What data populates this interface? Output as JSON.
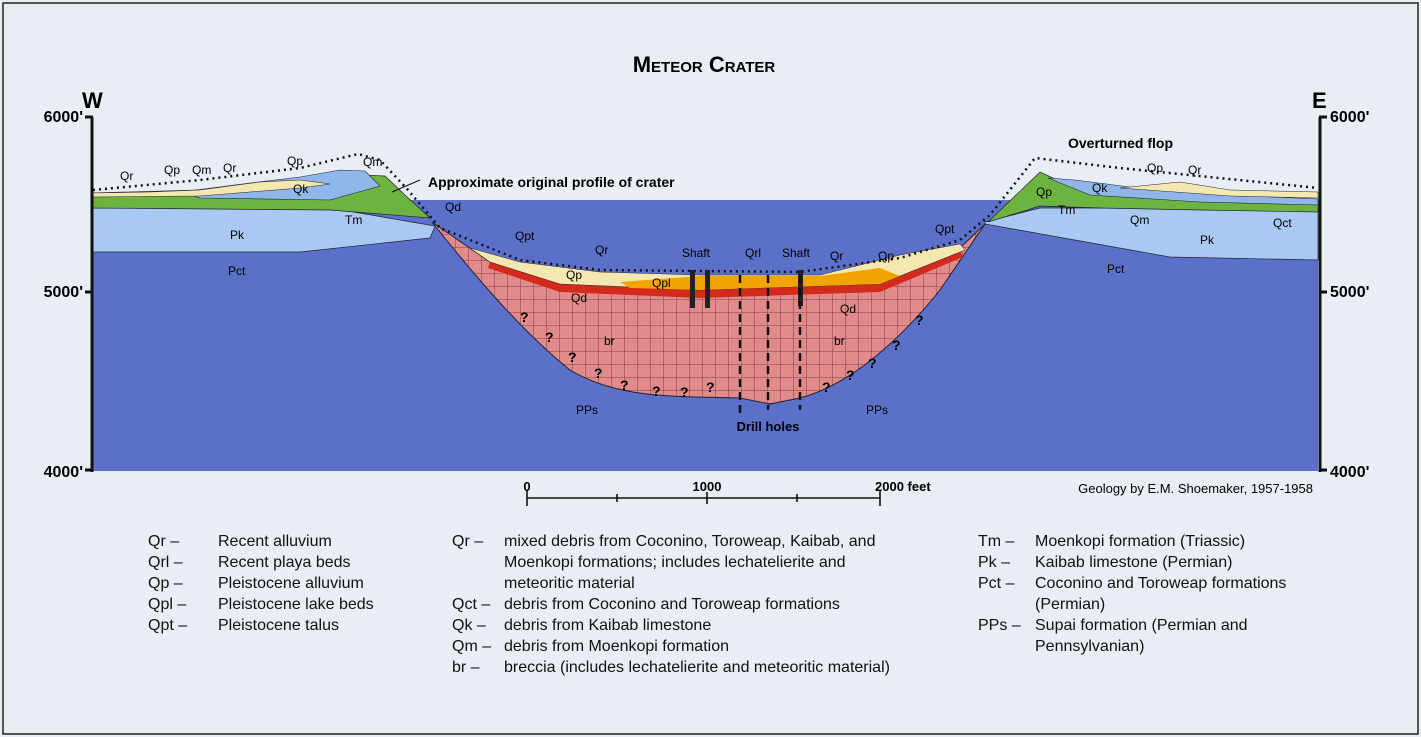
{
  "title": "Meteor Crater",
  "axis": {
    "west": "W",
    "east": "E",
    "left_ticks": [
      "6000'",
      "5000'",
      "4000'"
    ],
    "right_ticks": [
      "6000'",
      "5000'",
      "4000'"
    ]
  },
  "scale_bar": {
    "labels": [
      "0",
      "1000",
      "2000 feet"
    ]
  },
  "credit": "Geology by E.M. Shoemaker, 1957-1958",
  "callouts": {
    "original_profile": "Approximate original profile of crater",
    "overturned_flop": "Overturned flop",
    "drill_holes": "Drill holes"
  },
  "labels": [
    {
      "key": "qr_w1",
      "text": "Qr"
    },
    {
      "key": "qp_w1",
      "text": "Qp"
    },
    {
      "key": "qm_w1",
      "text": "Qm"
    },
    {
      "key": "qr_w2",
      "text": "Qr"
    },
    {
      "key": "qp_w2",
      "text": "Qp"
    },
    {
      "key": "qm_w2",
      "text": "Qm"
    },
    {
      "key": "qk_w",
      "text": "Qk"
    },
    {
      "key": "tm_w",
      "text": "Tm"
    },
    {
      "key": "qd_w",
      "text": "Qd"
    },
    {
      "key": "pk_w",
      "text": "Pk"
    },
    {
      "key": "pct_w",
      "text": "Pct"
    },
    {
      "key": "qpt_w",
      "text": "Qpt"
    },
    {
      "key": "qr_c1",
      "text": "Qr"
    },
    {
      "key": "qp_c",
      "text": "Qp"
    },
    {
      "key": "qpl_c",
      "text": "Qpl"
    },
    {
      "key": "qd_c1",
      "text": "Qd"
    },
    {
      "key": "shaft_1",
      "text": "Shaft"
    },
    {
      "key": "qrl_c",
      "text": "Qrl"
    },
    {
      "key": "shaft_2",
      "text": "Shaft"
    },
    {
      "key": "qr_c2",
      "text": "Qr"
    },
    {
      "key": "qp_c2",
      "text": "Qp"
    },
    {
      "key": "qd_c2",
      "text": "Qd"
    },
    {
      "key": "br_1",
      "text": "br"
    },
    {
      "key": "br_2",
      "text": "br"
    },
    {
      "key": "pps_w",
      "text": "PPs"
    },
    {
      "key": "pps_e",
      "text": "PPs"
    },
    {
      "key": "qpt_e",
      "text": "Qpt"
    },
    {
      "key": "qp_e1",
      "text": "Qp"
    },
    {
      "key": "qr_e1",
      "text": "Qr"
    },
    {
      "key": "qp_e2",
      "text": "Qp"
    },
    {
      "key": "qk_e",
      "text": "Qk"
    },
    {
      "key": "tm_e",
      "text": "Tm"
    },
    {
      "key": "qm_e",
      "text": "Qm"
    },
    {
      "key": "pk_e",
      "text": "Pk"
    },
    {
      "key": "qct_e",
      "text": "Qct"
    },
    {
      "key": "pct_e",
      "text": "Pct"
    }
  ],
  "question_mark": "?",
  "legend": [
    [
      {
        "code": "Qr –",
        "desc": "Recent alluvium"
      },
      {
        "code": "Qrl –",
        "desc": "Recent playa beds"
      },
      {
        "code": "Qp –",
        "desc": "Pleistocene alluvium"
      },
      {
        "code": "Qpl –",
        "desc": "Pleistocene lake beds"
      },
      {
        "code": "Qpt –",
        "desc": "Pleistocene talus"
      }
    ],
    [
      {
        "code": "Qr –",
        "desc": "mixed debris from Coconino, Toroweap, Kaibab, and Moenkopi formations; includes lechatelierite and meteoritic material"
      },
      {
        "code": "Qct –",
        "desc": "debris from Coconino and Toroweap formations"
      },
      {
        "code": "Qk –",
        "desc": "debris from Kaibab limestone"
      },
      {
        "code": "Qm –",
        "desc": "debris from Moenkopi formation"
      },
      {
        "code": "br –",
        "desc": "breccia (includes lechatelierite and meteoritic material)"
      }
    ],
    [
      {
        "code": "Tm –",
        "desc": "Moenkopi formation (Triassic)"
      },
      {
        "code": "Pk –",
        "desc": "Kaibab limestone (Permian)"
      },
      {
        "code": "Pct –",
        "desc": "Coconino and Toroweap formations (Permian)"
      },
      {
        "code": "PPs –",
        "desc": "Supai formation (Permian and Pennsylvanian)"
      }
    ]
  ],
  "colors": {
    "background": "#e9eef5",
    "pps": "#5a70c9",
    "pct": "#5a70c9",
    "pk": "#a9c8f2",
    "tm": "#6cb33f",
    "breccia": "#e08a8a",
    "alluvium": "#f5e7b0",
    "lake_beds": "#f0a400",
    "qd": "#d42a1c",
    "qk": "#8fb6e8"
  }
}
